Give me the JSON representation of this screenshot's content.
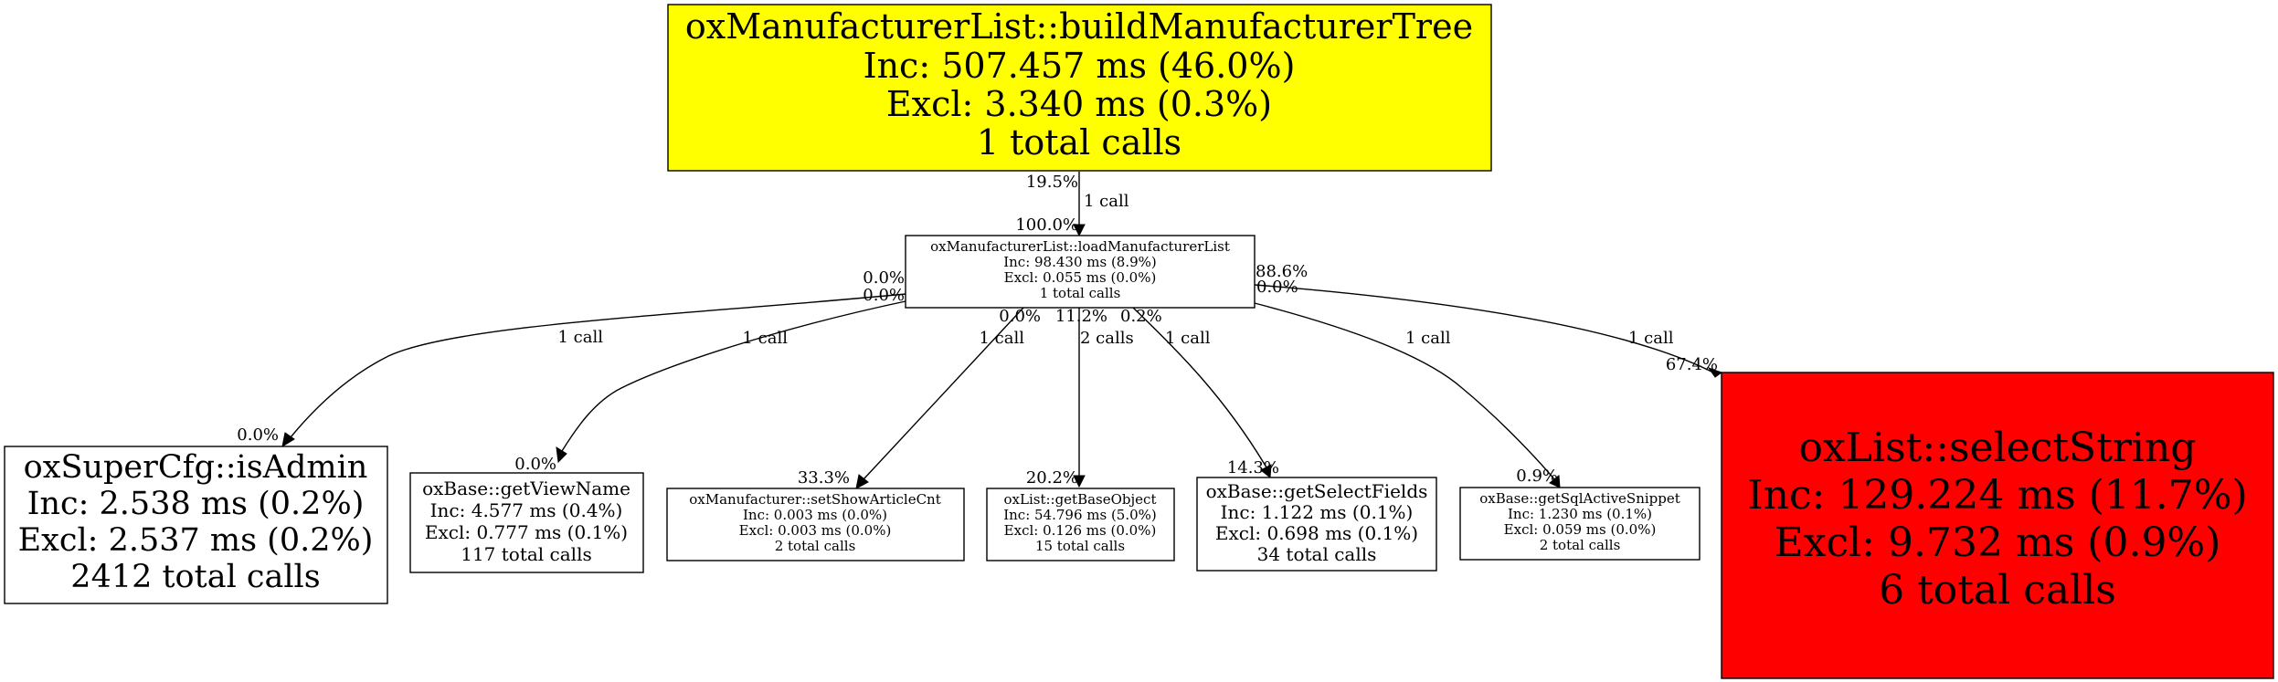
{
  "colors": {
    "root_fill": "#ffff00",
    "hot_fill": "#ff0000",
    "default_fill": "#ffffff"
  },
  "nodes": {
    "root": {
      "name": "oxManufacturerList::buildManufacturerTree",
      "inc": "Inc: 507.457 ms (46.0%)",
      "excl": "Excl: 3.340 ms (0.3%)",
      "calls": "1 total calls"
    },
    "load": {
      "name": "oxManufacturerList::loadManufacturerList",
      "inc": "Inc: 98.430 ms (8.9%)",
      "excl": "Excl: 0.055 ms (0.0%)",
      "calls": "1 total calls"
    },
    "isadmin": {
      "name": "oxSuperCfg::isAdmin",
      "inc": "Inc: 2.538 ms (0.2%)",
      "excl": "Excl: 2.537 ms (0.2%)",
      "calls": "2412 total calls"
    },
    "viewname": {
      "name": "oxBase::getViewName",
      "inc": "Inc: 4.577 ms (0.4%)",
      "excl": "Excl: 0.777 ms (0.1%)",
      "calls": "117 total calls"
    },
    "showcnt": {
      "name": "oxManufacturer::setShowArticleCnt",
      "inc": "Inc: 0.003 ms (0.0%)",
      "excl": "Excl: 0.003 ms (0.0%)",
      "calls": "2 total calls"
    },
    "baseobj": {
      "name": "oxList::getBaseObject",
      "inc": "Inc: 54.796 ms (5.0%)",
      "excl": "Excl: 0.126 ms (0.0%)",
      "calls": "15 total calls"
    },
    "selfields": {
      "name": "oxBase::getSelectFields",
      "inc": "Inc: 1.122 ms (0.1%)",
      "excl": "Excl: 0.698 ms (0.1%)",
      "calls": "34 total calls"
    },
    "sqlsnippet": {
      "name": "oxBase::getSqlActiveSnippet",
      "inc": "Inc: 1.230 ms (0.1%)",
      "excl": "Excl: 0.059 ms (0.0%)",
      "calls": "2 total calls"
    },
    "selstring": {
      "name": "oxList::selectString",
      "inc": "Inc: 129.224 ms (11.7%)",
      "excl": "Excl: 9.732 ms (0.9%)",
      "calls": "6 total calls"
    }
  },
  "edges": {
    "root_load": {
      "calls": "1 call",
      "out_pct": "19.5%",
      "in_pct": "100.0%"
    },
    "load_isadmin": {
      "calls": "1 call",
      "out_pct": "0.0%",
      "in_pct": "0.0%"
    },
    "load_viewname": {
      "calls": "1 call",
      "out_pct": "0.0%",
      "in_pct": "0.0%"
    },
    "load_showcnt": {
      "calls": "1 call",
      "out_pct": "0.0%",
      "in_pct": "33.3%"
    },
    "load_baseobj": {
      "calls": "2 calls",
      "out_pct": "11.2%",
      "in_pct": "20.2%"
    },
    "load_selfields": {
      "calls": "1 call",
      "out_pct": "0.2%",
      "in_pct": "14.3%"
    },
    "load_sqlsnippet": {
      "calls": "1 call",
      "out_pct": "0.0%",
      "in_pct": "0.9%"
    },
    "load_selstring": {
      "calls": "1 call",
      "out_pct": "88.6%",
      "in_pct": "67.4%"
    }
  }
}
